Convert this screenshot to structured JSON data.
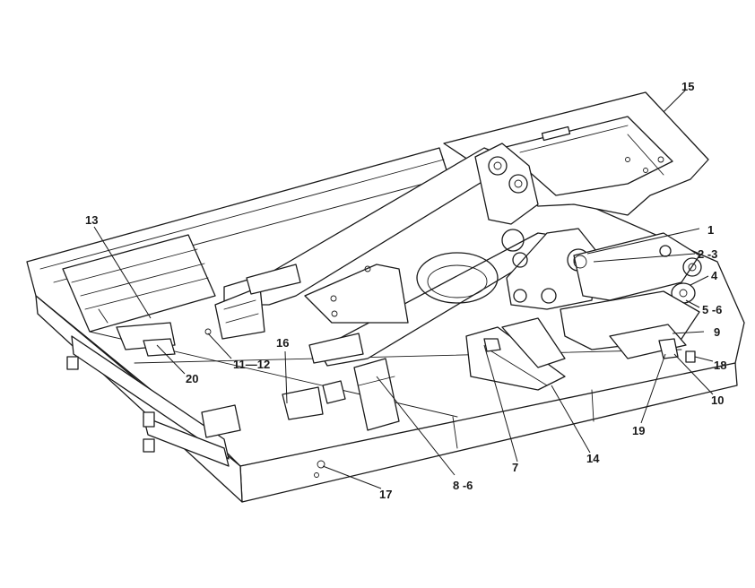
{
  "callouts": [
    {
      "id": "c1",
      "text": "1"
    },
    {
      "id": "c2",
      "text": "2 -3"
    },
    {
      "id": "c4",
      "text": "4"
    },
    {
      "id": "c5",
      "text": "5 -6"
    },
    {
      "id": "c7",
      "text": "7"
    },
    {
      "id": "c8",
      "text": "8 -6"
    },
    {
      "id": "c9",
      "text": "9"
    },
    {
      "id": "c10",
      "text": "10"
    },
    {
      "id": "c11",
      "text": "11—12"
    },
    {
      "id": "c13",
      "text": "13"
    },
    {
      "id": "c14",
      "text": "14"
    },
    {
      "id": "c15",
      "text": "15"
    },
    {
      "id": "c16",
      "text": "16"
    },
    {
      "id": "c17",
      "text": "17"
    },
    {
      "id": "c18",
      "text": "18"
    },
    {
      "id": "c19",
      "text": "19"
    },
    {
      "id": "c20",
      "text": "20"
    }
  ]
}
